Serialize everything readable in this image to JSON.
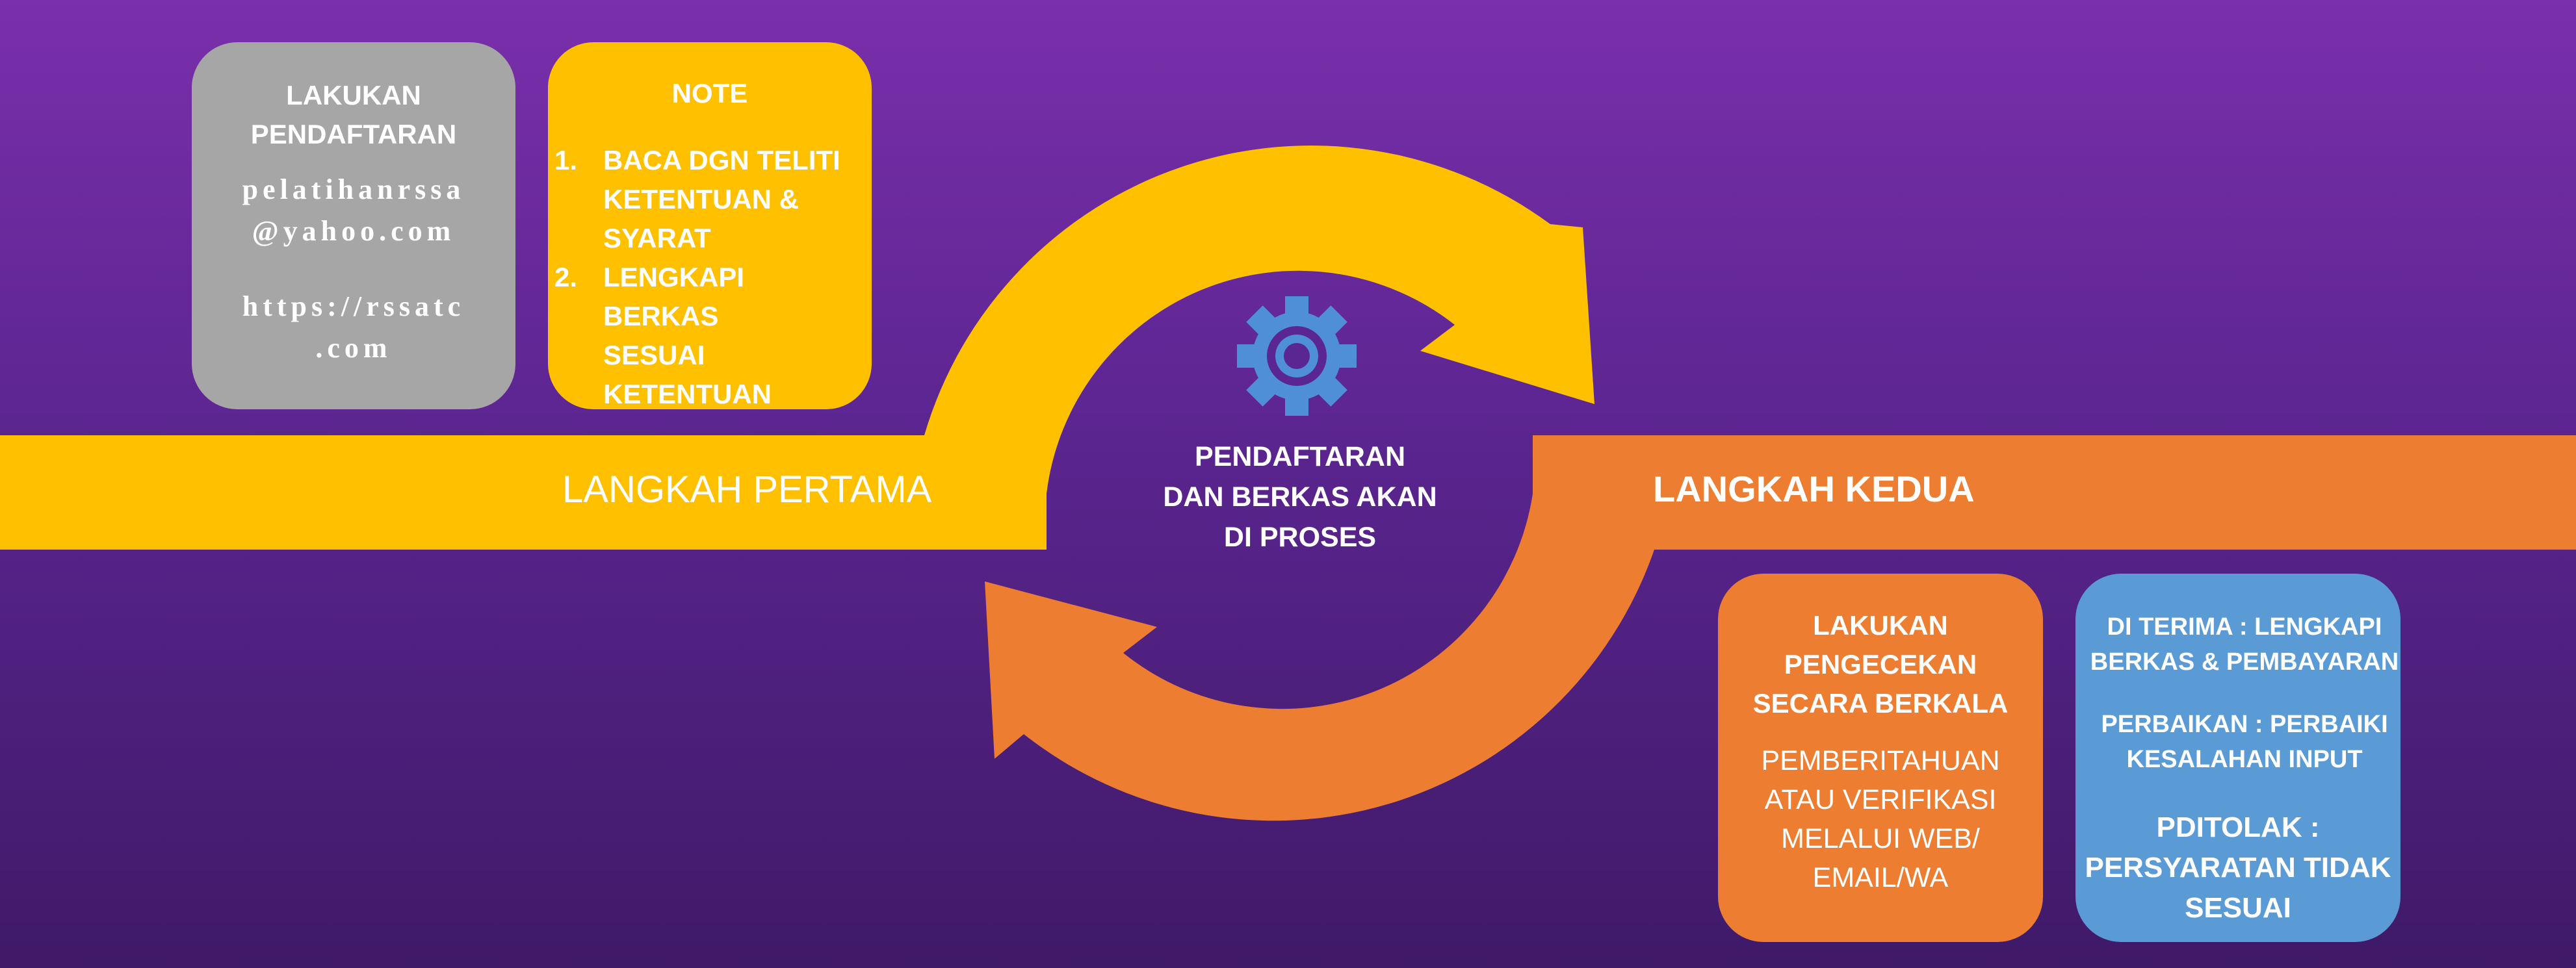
{
  "colors": {
    "yellow": "#ffc000",
    "orange": "#ed7d31",
    "gray": "#a6a6a6",
    "blue": "#5b9bd5",
    "gear": "#4f8fd8",
    "background_top": "#7a2fab",
    "background_bottom": "#3f1a68"
  },
  "step_one": {
    "label": "LANGKAH PERTAMA"
  },
  "step_two": {
    "label": "LANGKAH KEDUA"
  },
  "center": {
    "icon": "gear-icon",
    "lines": [
      "PENDAFTARAN",
      "DAN BERKAS AKAN",
      "DI PROSES"
    ]
  },
  "register_box": {
    "title_lines": [
      "LAKUKAN",
      "PENDAFTARAN"
    ],
    "email_lines": [
      "pelatihanrssa",
      "@yahoo.com"
    ],
    "url_lines": [
      "https://rssatc",
      ".com"
    ]
  },
  "note_box": {
    "title": "NOTE",
    "items": [
      {
        "number": "1.",
        "lines": [
          "BACA DGN TELITI",
          "KETENTUAN &",
          "SYARAT"
        ]
      },
      {
        "number": "2.",
        "lines": [
          "LENGKAPI BERKAS",
          "SESUAI",
          "KETENTUAN"
        ]
      }
    ]
  },
  "check_box": {
    "title_lines": [
      "LAKUKAN",
      "PENGECEKAN",
      "SECARA BERKALA"
    ],
    "body_lines": [
      "PEMBERITAHUAN",
      "ATAU VERIFIKASI",
      "MELALUI WEB/",
      "EMAIL/WA"
    ]
  },
  "status_box": {
    "accepted_lines": [
      "DI TERIMA : LENGKAPI",
      "BERKAS & PEMBAYARAN"
    ],
    "revision_lines": [
      "PERBAIKAN : PERBAIKI",
      "KESALAHAN INPUT"
    ],
    "rejected_lines": [
      "PDITOLAK :",
      "PERSYARATAN TIDAK",
      "SESUAI"
    ]
  }
}
